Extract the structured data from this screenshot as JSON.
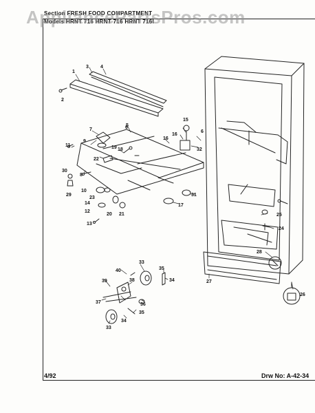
{
  "watermark": "AppliancePartsPros.com",
  "header": {
    "section_label": "Section",
    "section_value": "FRESH FOOD COMPARTMENT",
    "models_label": "Models",
    "models_value": "HRNT 716  HRNT 716  HRNT 716I"
  },
  "footer": {
    "date": "4/92",
    "drawing_label": "Drw No:",
    "drawing_number": "A-42-34"
  },
  "part_numbers": {
    "p1": "1",
    "p2": "2",
    "p3": "3",
    "p4": "4",
    "p5": "5",
    "p6": "6",
    "p7": "7",
    "p8": "8",
    "p9": "9",
    "p10": "10",
    "p11": "11",
    "p12": "12",
    "p13": "13",
    "p14": "14",
    "p15": "15",
    "p16": "16",
    "p16b": "16",
    "p17": "17",
    "p18": "18",
    "p19": "19",
    "p20": "20",
    "p21": "21",
    "p22": "22",
    "p23": "23",
    "p24": "24",
    "p25": "25",
    "p26": "26",
    "p27": "27",
    "p28": "28",
    "p29": "29",
    "p30": "30",
    "p31": "31",
    "p32": "32",
    "p33": "33",
    "p33b": "33",
    "p34": "34",
    "p34b": "34",
    "p35": "35",
    "p35b": "35",
    "p36": "36",
    "p37": "37",
    "p38": "38",
    "p39": "39",
    "p40": "40",
    "p6b": "6"
  }
}
